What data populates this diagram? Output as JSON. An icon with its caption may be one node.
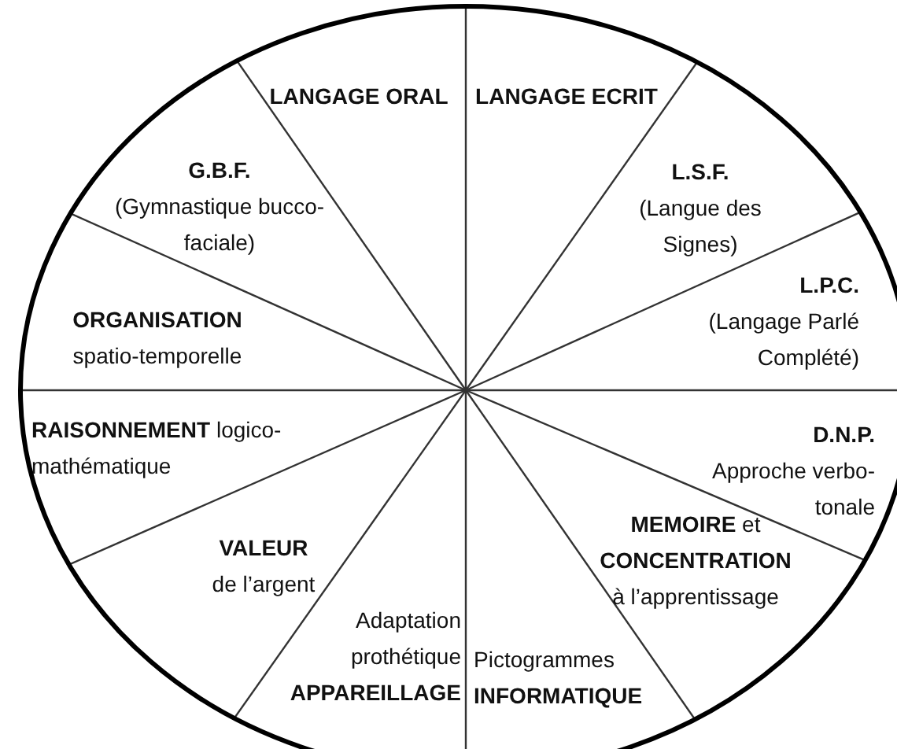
{
  "diagram": {
    "nodes": [
      {
        "text": [
          "LANGAGE ORAL"
        ]
      },
      {
        "text": [
          "LANGAGE ECRIT"
        ]
      },
      {
        "text": [
          "L.S.F.",
          "(Langue des Signes)"
        ]
      },
      {
        "text": [
          "L.P.C.",
          "(Langage Parlé Complété)"
        ]
      },
      {
        "text": [
          "D.N.P.",
          "Approche verbo- tonale"
        ]
      },
      {
        "text": [
          "**MEMOIRE** et **CONCENTRATION**",
          "à l’apprentissage"
        ]
      },
      {
        "text": [
          "Pictogrammes",
          "INFORMATIQUE"
        ]
      },
      {
        "text": [
          "Adaptation prothétique",
          "APPAREILLAGE"
        ]
      },
      {
        "text": [
          "VALEUR",
          "de l’argent"
        ]
      },
      {
        "text": [
          "RAISONNEMENT",
          "logico-mathématique"
        ]
      },
      {
        "text": [
          "ORGANISATION",
          "spatio-temporelle"
        ]
      },
      {
        "text": [
          "G.B.F.",
          "(Gymnastique bucco-faciale)"
        ]
      }
    ],
    "edges": []
  }
}
